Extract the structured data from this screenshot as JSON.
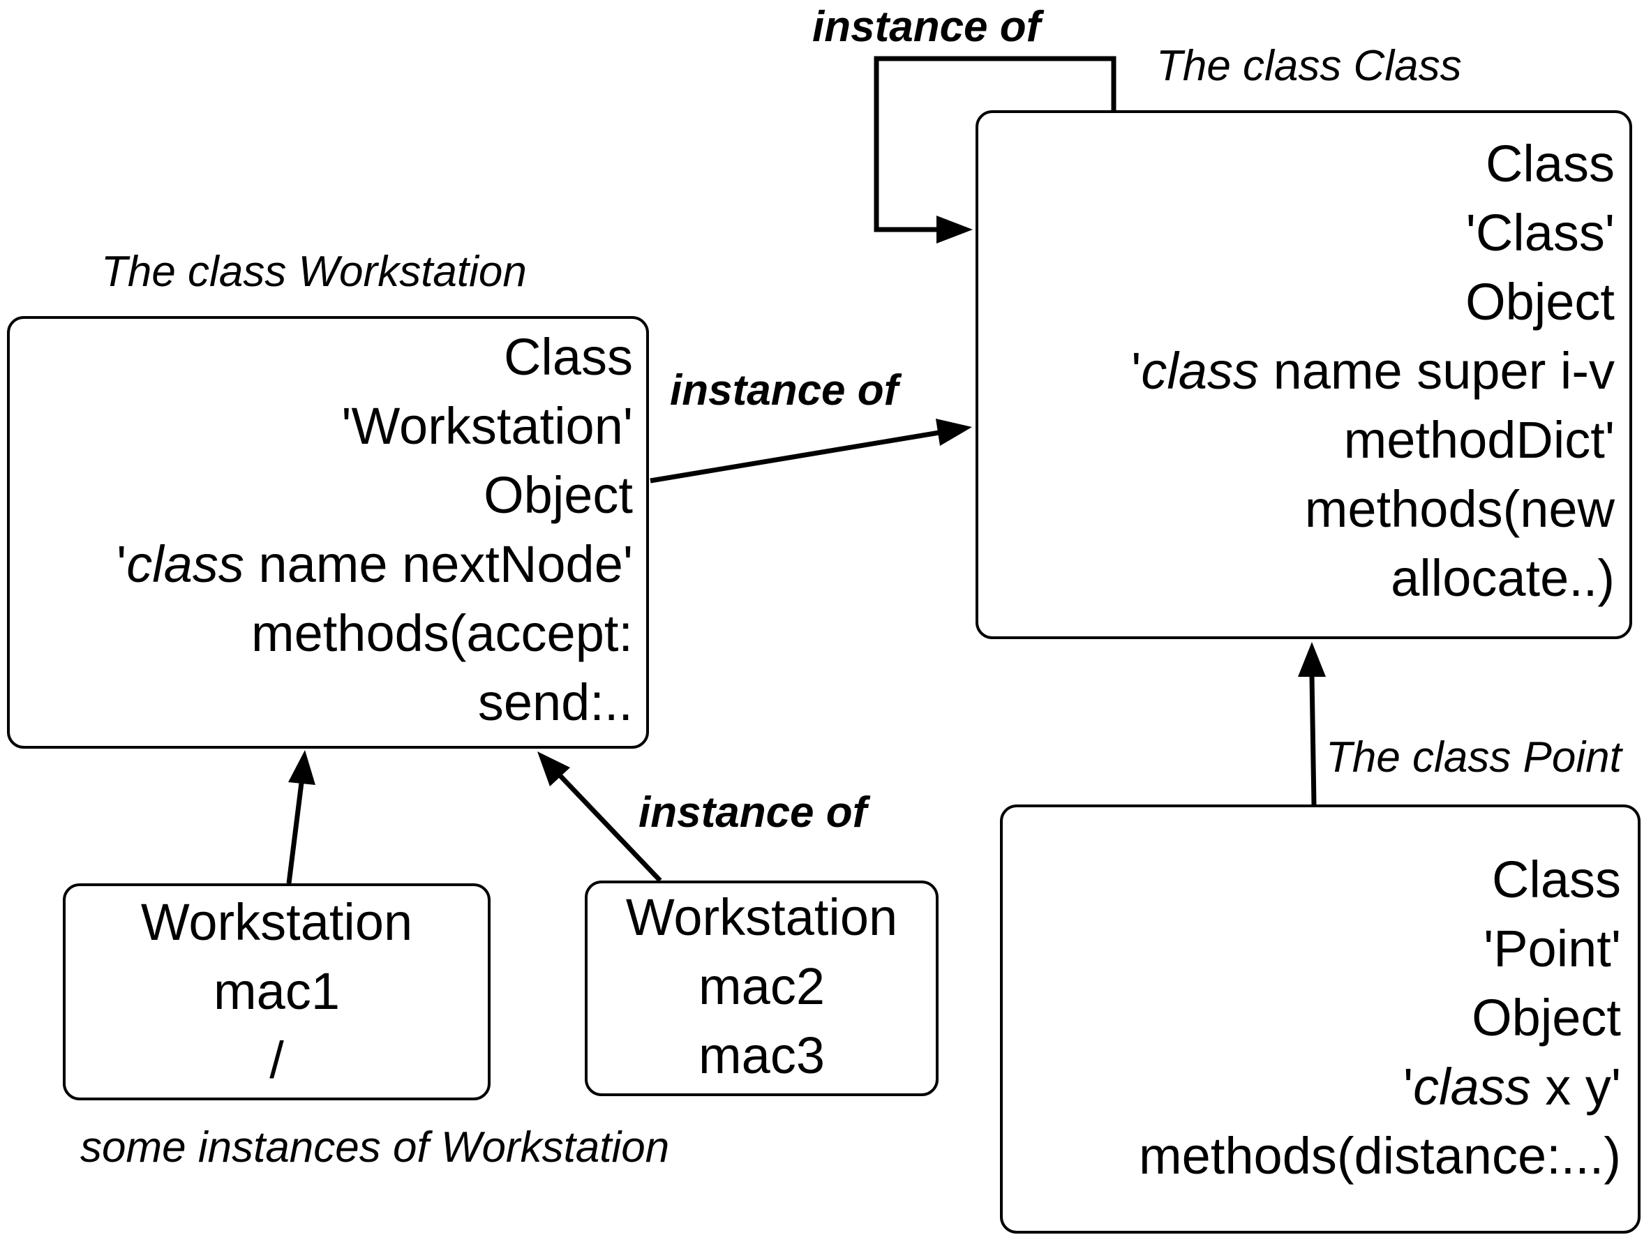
{
  "relation_label": "instance of",
  "classes": {
    "class_class": {
      "caption": "The class Class",
      "lines": [
        "Class",
        "'Class'",
        "Object"
      ],
      "ivars_prefix": "'",
      "ivars_keyword": "class",
      "ivars_rest": " name super i-v",
      "more_lines": [
        "methodDict'",
        "methods(new",
        "allocate..)"
      ]
    },
    "workstation": {
      "caption": "The class Workstation",
      "lines": [
        "Class",
        "'Workstation'",
        "Object"
      ],
      "ivars_prefix": "'",
      "ivars_keyword": "class",
      "ivars_rest": " name nextNode'",
      "more_lines": [
        "methods(accept:",
        "send:.."
      ]
    },
    "point": {
      "caption": "The class Point",
      "lines": [
        "Class",
        "'Point'",
        "Object"
      ],
      "ivars_prefix": "'",
      "ivars_keyword": "class",
      "ivars_rest": " x y'",
      "more_lines": [
        "methods(distance:...)"
      ]
    }
  },
  "instances": {
    "caption": "some instances of Workstation",
    "instance_a": [
      "Workstation",
      "mac1",
      "/"
    ],
    "instance_b": [
      "Workstation",
      "mac2",
      "mac3"
    ]
  }
}
